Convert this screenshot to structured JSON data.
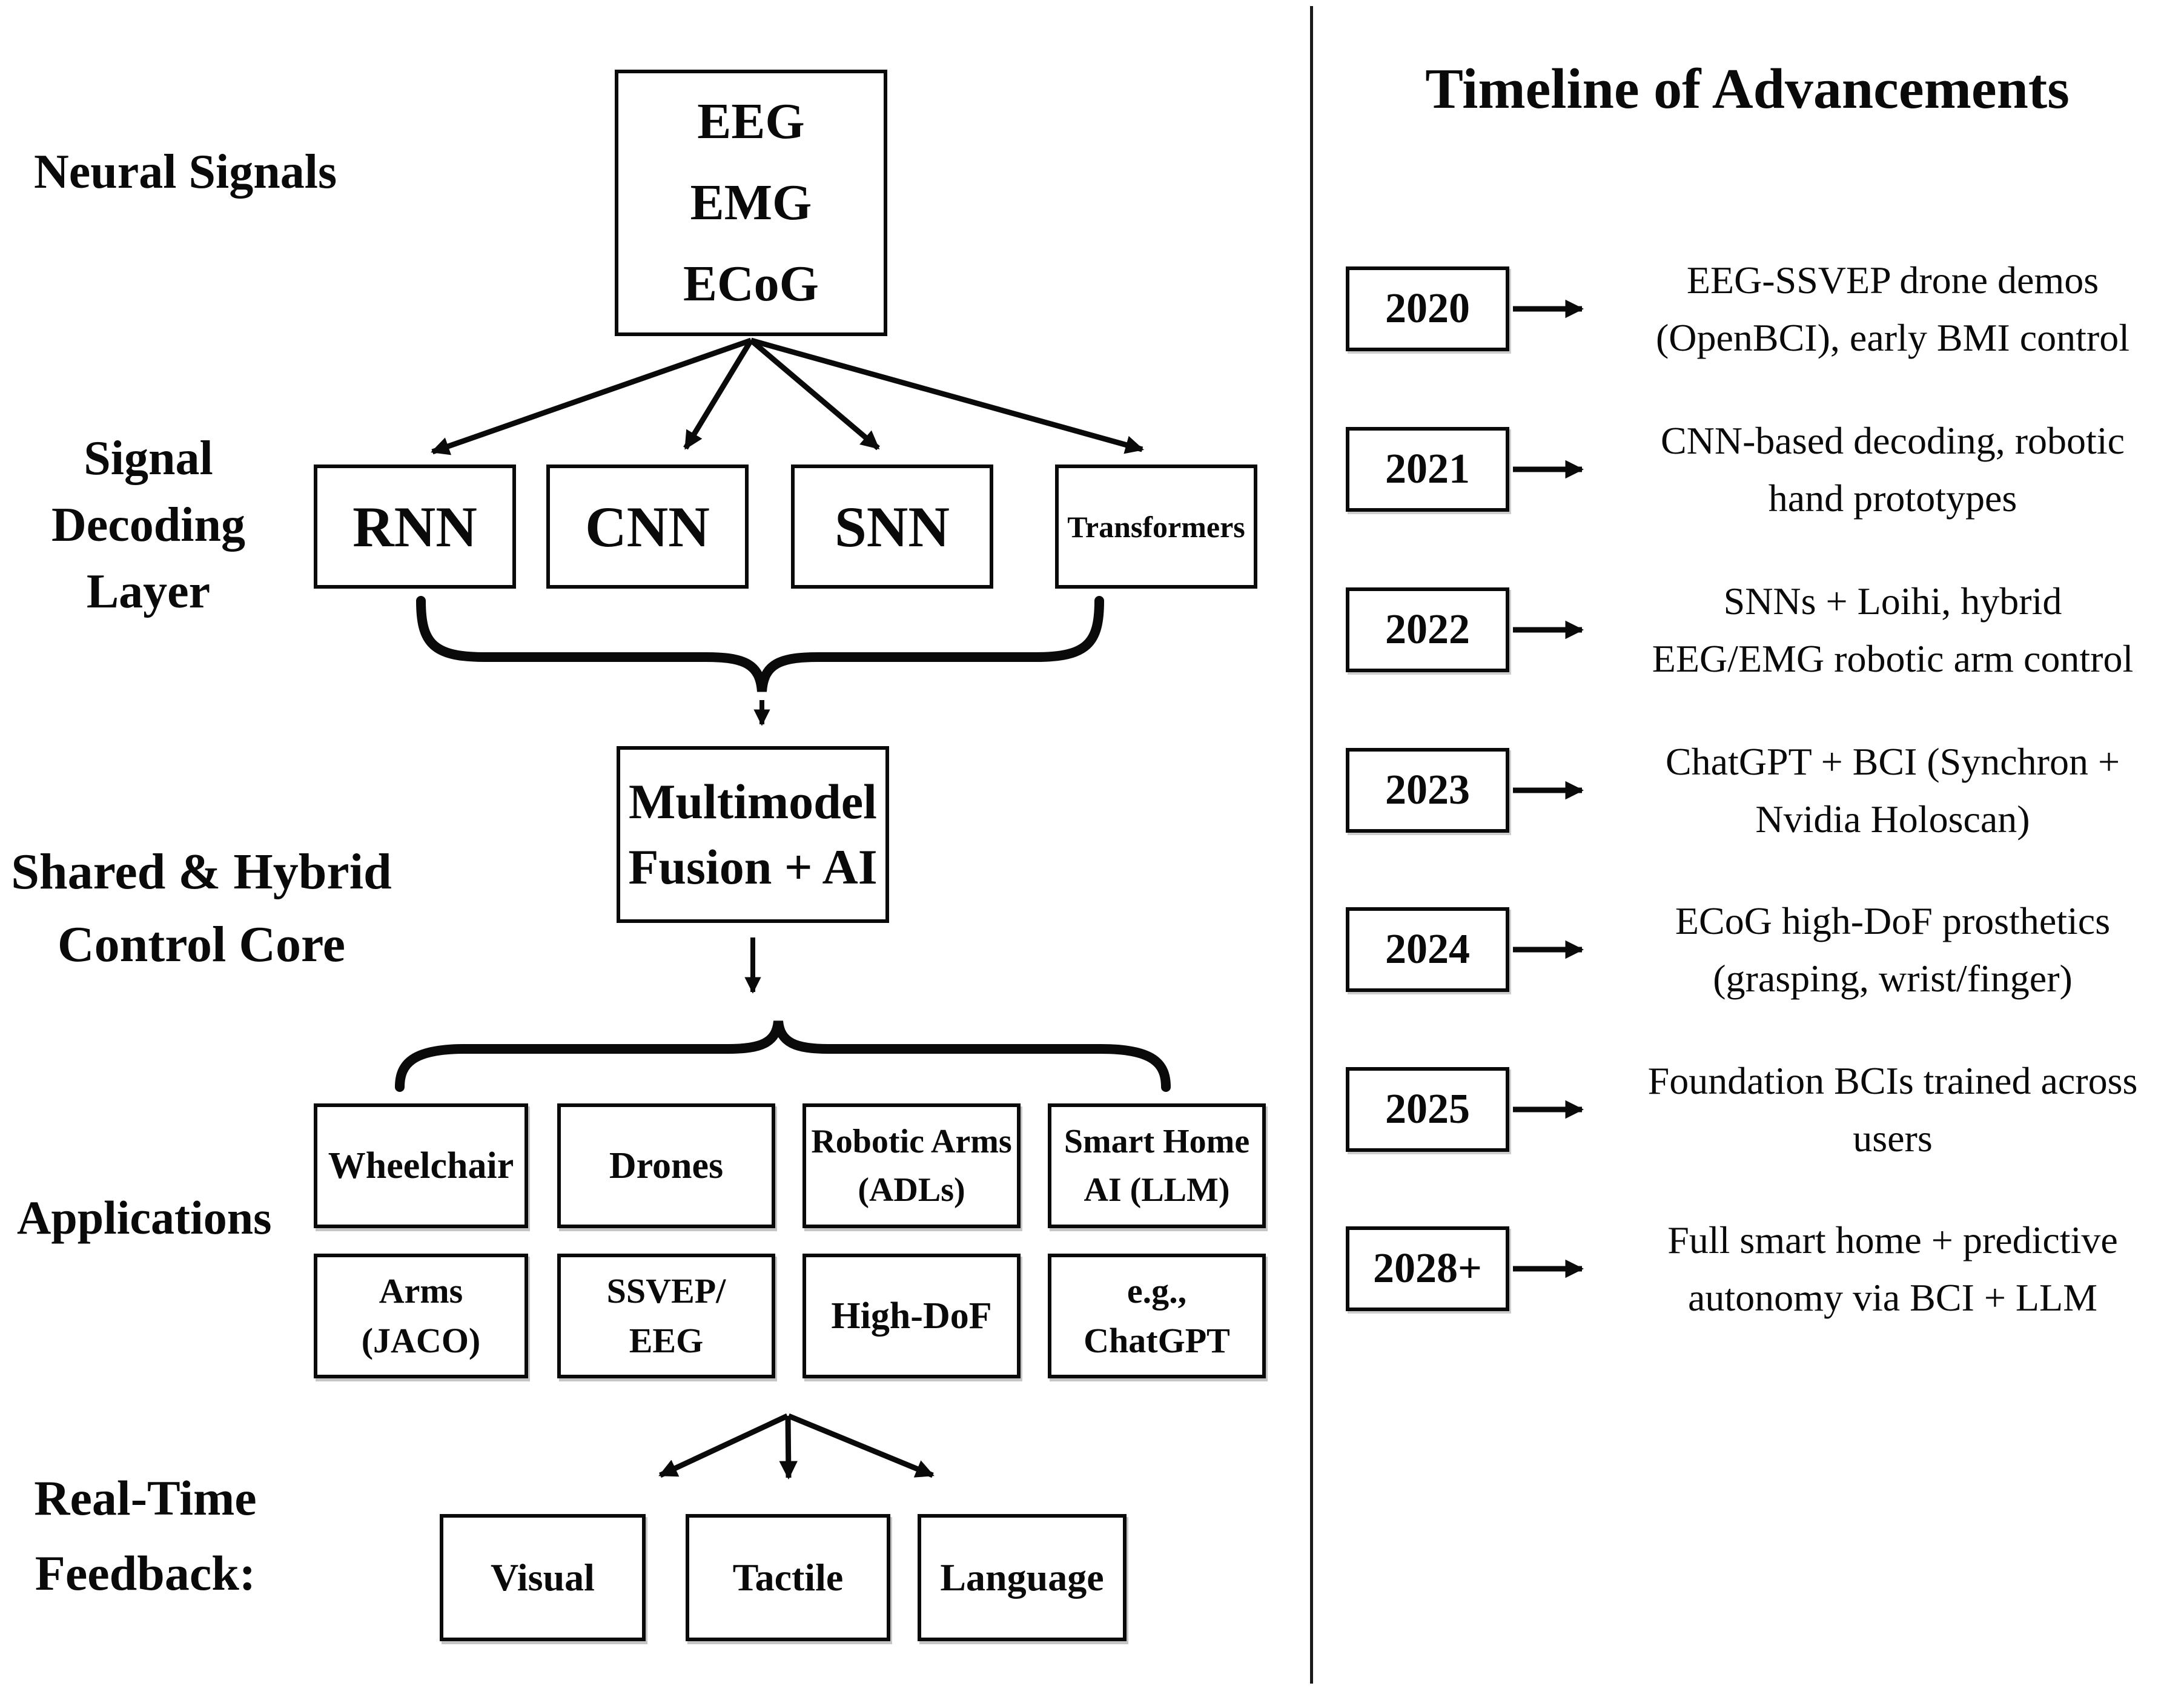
{
  "diagram": {
    "labels": {
      "neural_signals": "Neural Signals",
      "signal_decoding_layer": [
        "Signal",
        "Decoding",
        "Layer"
      ],
      "shared_hybrid_control_core": [
        "Shared & Hybrid",
        "Control Core"
      ],
      "applications": "Applications",
      "realtime_feedback": [
        "Real-Time",
        "Feedback:"
      ]
    },
    "neural_box_lines": [
      "EEG",
      "EMG",
      "ECoG"
    ],
    "decoders": [
      "RNN",
      "CNN",
      "SNN",
      "Transformers"
    ],
    "fusion_box_lines": [
      "Multimodel",
      "Fusion + AI"
    ],
    "applications_row1": [
      [
        "Wheelchair"
      ],
      [
        "Drones"
      ],
      [
        "Robotic Arms",
        "(ADLs)"
      ],
      [
        "Smart Home",
        "AI (LLM)"
      ]
    ],
    "applications_row2": [
      [
        "Arms",
        "(JACO)"
      ],
      [
        "SSVEP/",
        "EEG"
      ],
      [
        "High-DoF"
      ],
      [
        "e.g.,",
        "ChatGPT"
      ]
    ],
    "feedback_boxes": [
      "Visual",
      "Tactile",
      "Language"
    ]
  },
  "timeline": {
    "title": "Timeline of Advancements",
    "entries": [
      {
        "year": "2020",
        "lines": [
          "EEG-SSVEP drone demos",
          "(OpenBCI), early BMI control"
        ]
      },
      {
        "year": "2021",
        "lines": [
          "CNN-based decoding, robotic",
          "hand prototypes"
        ]
      },
      {
        "year": "2022",
        "lines": [
          "SNNs + Loihi, hybrid",
          "EEG/EMG robotic arm control"
        ]
      },
      {
        "year": "2023",
        "lines": [
          "ChatGPT + BCI (Synchron +",
          "Nvidia Holoscan)"
        ]
      },
      {
        "year": "2024",
        "lines": [
          "ECoG high-DoF prosthetics",
          "(grasping, wrist/finger)"
        ]
      },
      {
        "year": "2025",
        "lines": [
          "Foundation BCIs trained across",
          "users"
        ]
      },
      {
        "year": "2028+",
        "lines": [
          "Full smart home + predictive",
          "autonomy via BCI + LLM"
        ]
      }
    ]
  },
  "colors": {
    "ink": "#0a0a0a",
    "background": "#ffffff"
  }
}
